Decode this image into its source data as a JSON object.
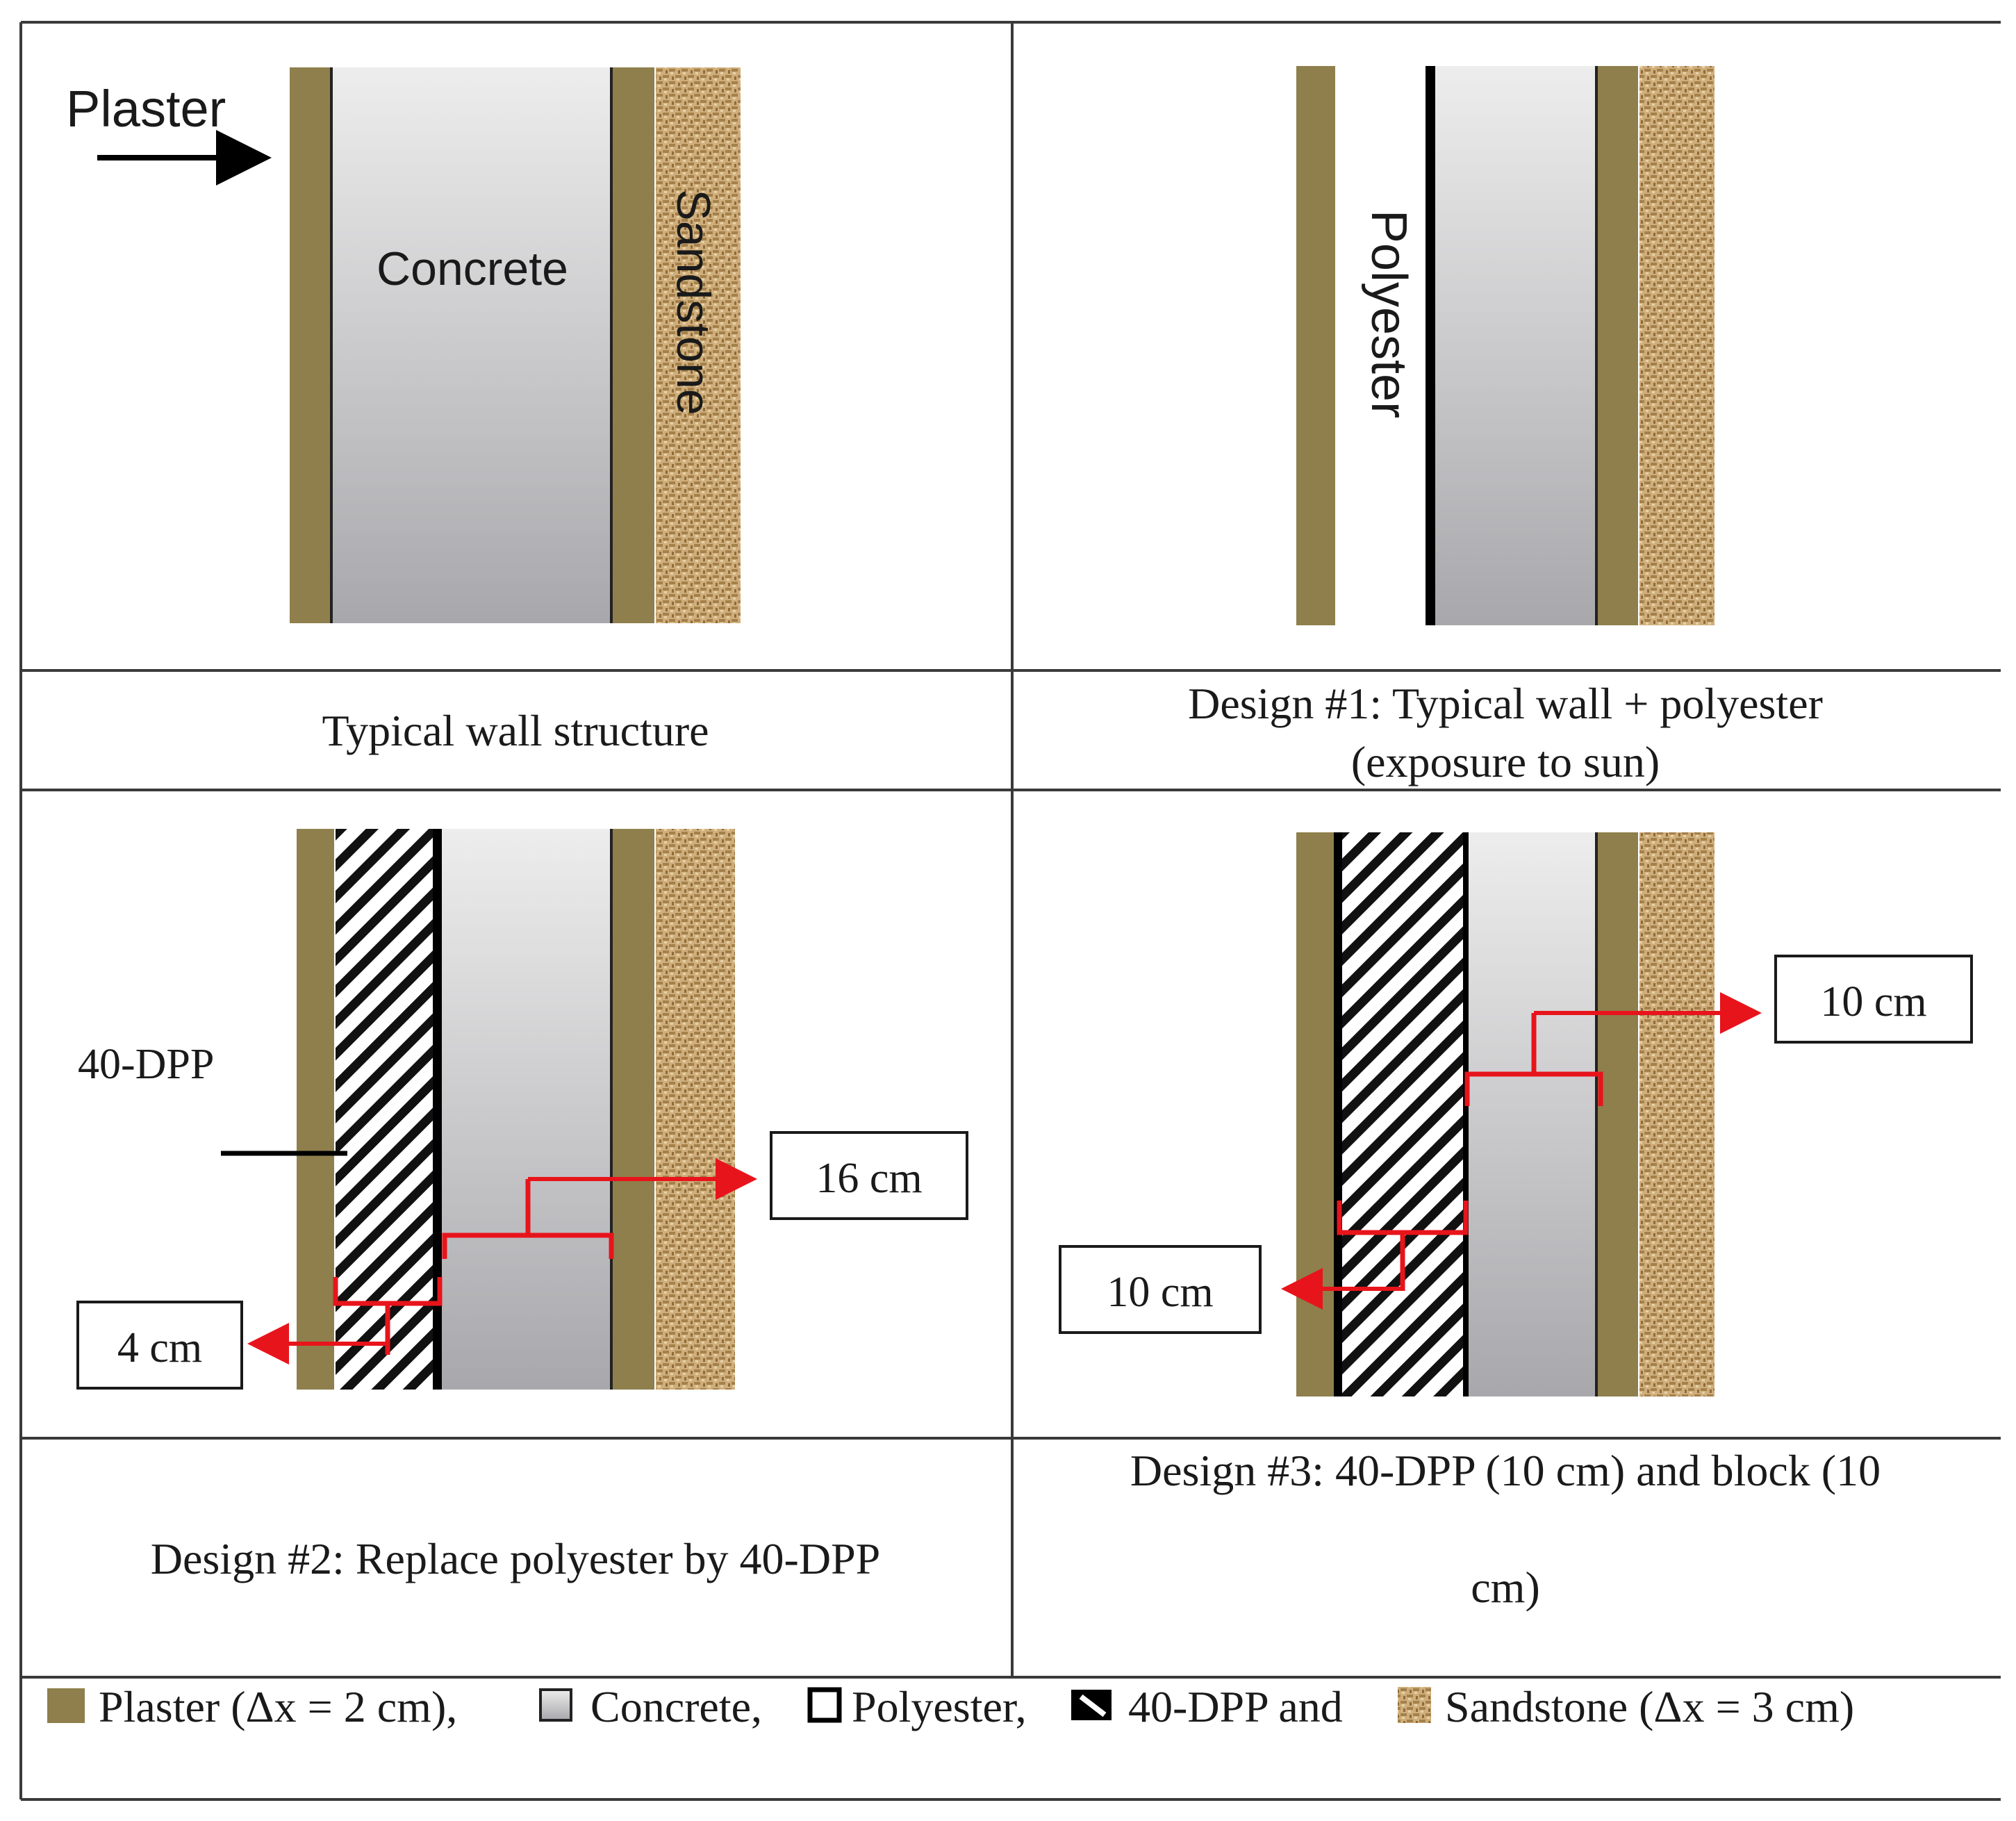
{
  "labels": {
    "plaster": "Plaster",
    "concrete": "Concrete",
    "sandstone": "Sandstone",
    "polyester": "Polyester",
    "dpp": "40-DPP",
    "dim_4cm": "4 cm",
    "dim_16cm": "16 cm",
    "dim_10cm_right": "10 cm",
    "dim_10cm_left": "10 cm"
  },
  "captions": {
    "typical": "Typical wall structure",
    "design1_line1": "Design #1: Typical wall + polyester",
    "design1_line2": "(exposure to sun)",
    "design2": "Design #2: Replace polyester by 40-DPP",
    "design3_line1": "Design #3: 40-DPP (10 cm) and block (10",
    "design3_line2": "cm)"
  },
  "legend": {
    "plaster": "Plaster (Δx = 2 cm),",
    "concrete": "Concrete,",
    "polyester": "Polyester,",
    "dpp": "40-DPP and",
    "sandstone": "Sandstone (Δx = 3 cm)"
  },
  "colors": {
    "plaster": "#8e7f4c",
    "concrete_top": "#ececec",
    "concrete_bottom": "#a9a9ad",
    "sandstone": "#c9a876",
    "dimension": "#e8141b",
    "grid": "#3a3a3a"
  }
}
